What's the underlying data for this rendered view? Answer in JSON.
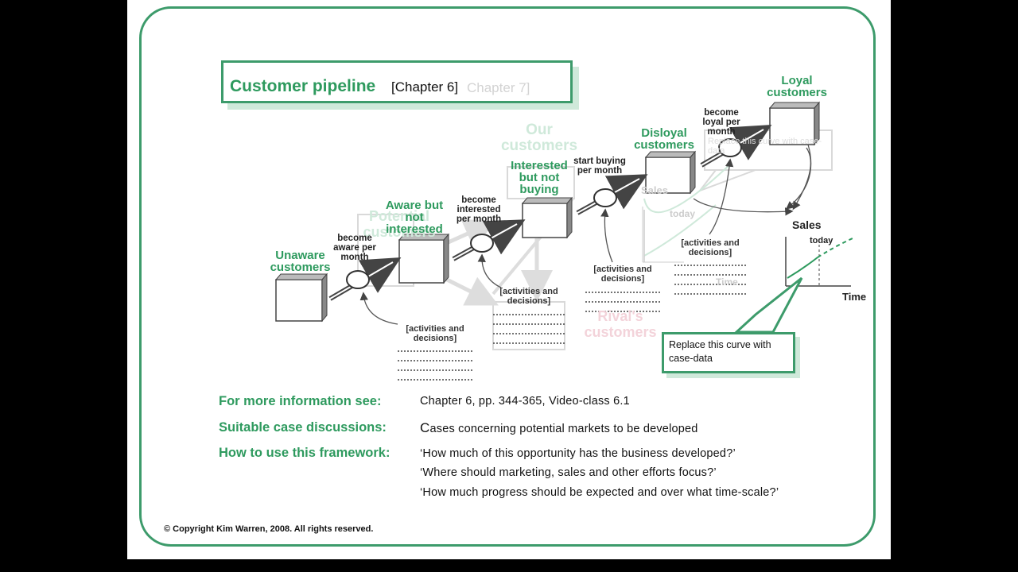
{
  "title": {
    "main": "Customer pipeline",
    "chapter": "[Chapter 6]",
    "ghost": "Chapter 7]"
  },
  "stocks": {
    "unaware": "Unaware customers",
    "aware": "Aware but not interested",
    "interested": "Interested but not buying",
    "disloyal": "Disloyal customers",
    "loyal": "Loyal customers"
  },
  "ghost_labels": {
    "potential": "Potential customers",
    "our": "Our customers",
    "rivals": "Rival's customers"
  },
  "flows": {
    "become_aware": "become aware per month",
    "become_interested": "become interested per month",
    "start_buying": "start buying per month",
    "become_loyal": "become loyal per month"
  },
  "activities": {
    "label": "[activities and decisions]"
  },
  "sales_chart": {
    "sales": "Sales",
    "today": "today",
    "time": "Time",
    "ghost_callout": "Replace this curve with case-data"
  },
  "callout": {
    "text": "Replace this curve with case-data"
  },
  "info": {
    "more_label": "For more information see:",
    "more_value": "Chapter 6, pp. 344-365, Video-class 6.1",
    "cases_label": "Suitable case discussions:",
    "cases_initial": "C",
    "cases_value": "ases concerning potential markets to be developed",
    "howto_label": "How to use this framework:",
    "questions": [
      "‘How much of this opportunity has the business developed?’",
      "‘Where should marketing, sales and other efforts focus?’",
      "‘How much progress should be expected and over what time-scale?’"
    ]
  },
  "copyright": "© Copyright Kim Warren, 2008. All rights reserved.",
  "colors": {
    "accent": "#2e9a5e",
    "frame": "#3d9b6b",
    "ghost_green": "#cfe9da"
  }
}
